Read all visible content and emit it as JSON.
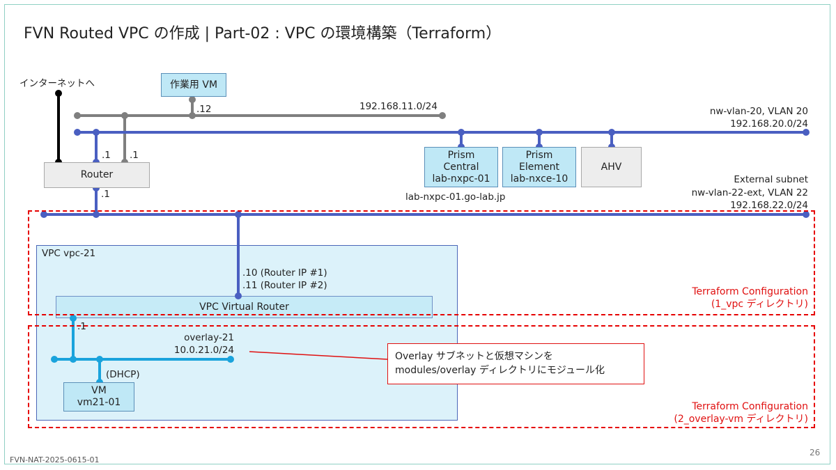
{
  "slide": {
    "title": "FVN Routed VPC の作成 | Part-02 : VPC の環境構築（Terraform）",
    "footer_id": "FVN-NAT-2025-0615-01",
    "page_number": "26"
  },
  "internet_label": "インターネットへ",
  "work_vm": {
    "label": "作業用 VM",
    "ip": ".12"
  },
  "net_11": {
    "cidr": "192.168.11.0/24"
  },
  "net_20": {
    "name": "nw-vlan-20, VLAN 20",
    "cidr": "192.168.20.0/24"
  },
  "router": {
    "label": "Router",
    "ip_20": ".1",
    "ip_11": ".1",
    "ip_22": ".1"
  },
  "prism_central": {
    "line1": "Prism",
    "line2": "Central",
    "line3": "lab-nxpc-01",
    "fqdn": "lab-nxpc-01.go-lab.jp"
  },
  "prism_element": {
    "line1": "Prism",
    "line2": "Element",
    "line3": "lab-nxce-10"
  },
  "ahv": {
    "label": "AHV"
  },
  "ext_subnet": {
    "title": "External subnet",
    "name": "nw-vlan-22-ext, VLAN 22",
    "cidr": "192.168.22.0/24"
  },
  "vpc": {
    "label": "VPC vpc-21",
    "router_ip1": ".10 (Router IP #1)",
    "router_ip2": ".11 (Router IP #2)",
    "vrouter_label": "VPC Virtual Router"
  },
  "overlay": {
    "gw_ip": ".1",
    "name": "overlay-21",
    "cidr": "10.0.21.0/24",
    "dhcp": "(DHCP)"
  },
  "vm": {
    "line1": "VM",
    "line2": "vm21-01"
  },
  "callout": {
    "line1": "Overlay サブネットと仮想マシンを",
    "line2": "modules/overlay ディレクトリにモジュール化"
  },
  "tf1": {
    "line1": "Terraform Configuration",
    "line2": "(1_vpc ディレクトリ)"
  },
  "tf2": {
    "line1": "Terraform Configuration",
    "line2": "(2_overlay-vm ディレクトリ)"
  },
  "colors": {
    "vlan_blue": "#4a5fc1",
    "mgmt_gray": "#7f7f7f",
    "overlay_cyan": "#1aa3dc",
    "terraform_red": "#e01010"
  }
}
